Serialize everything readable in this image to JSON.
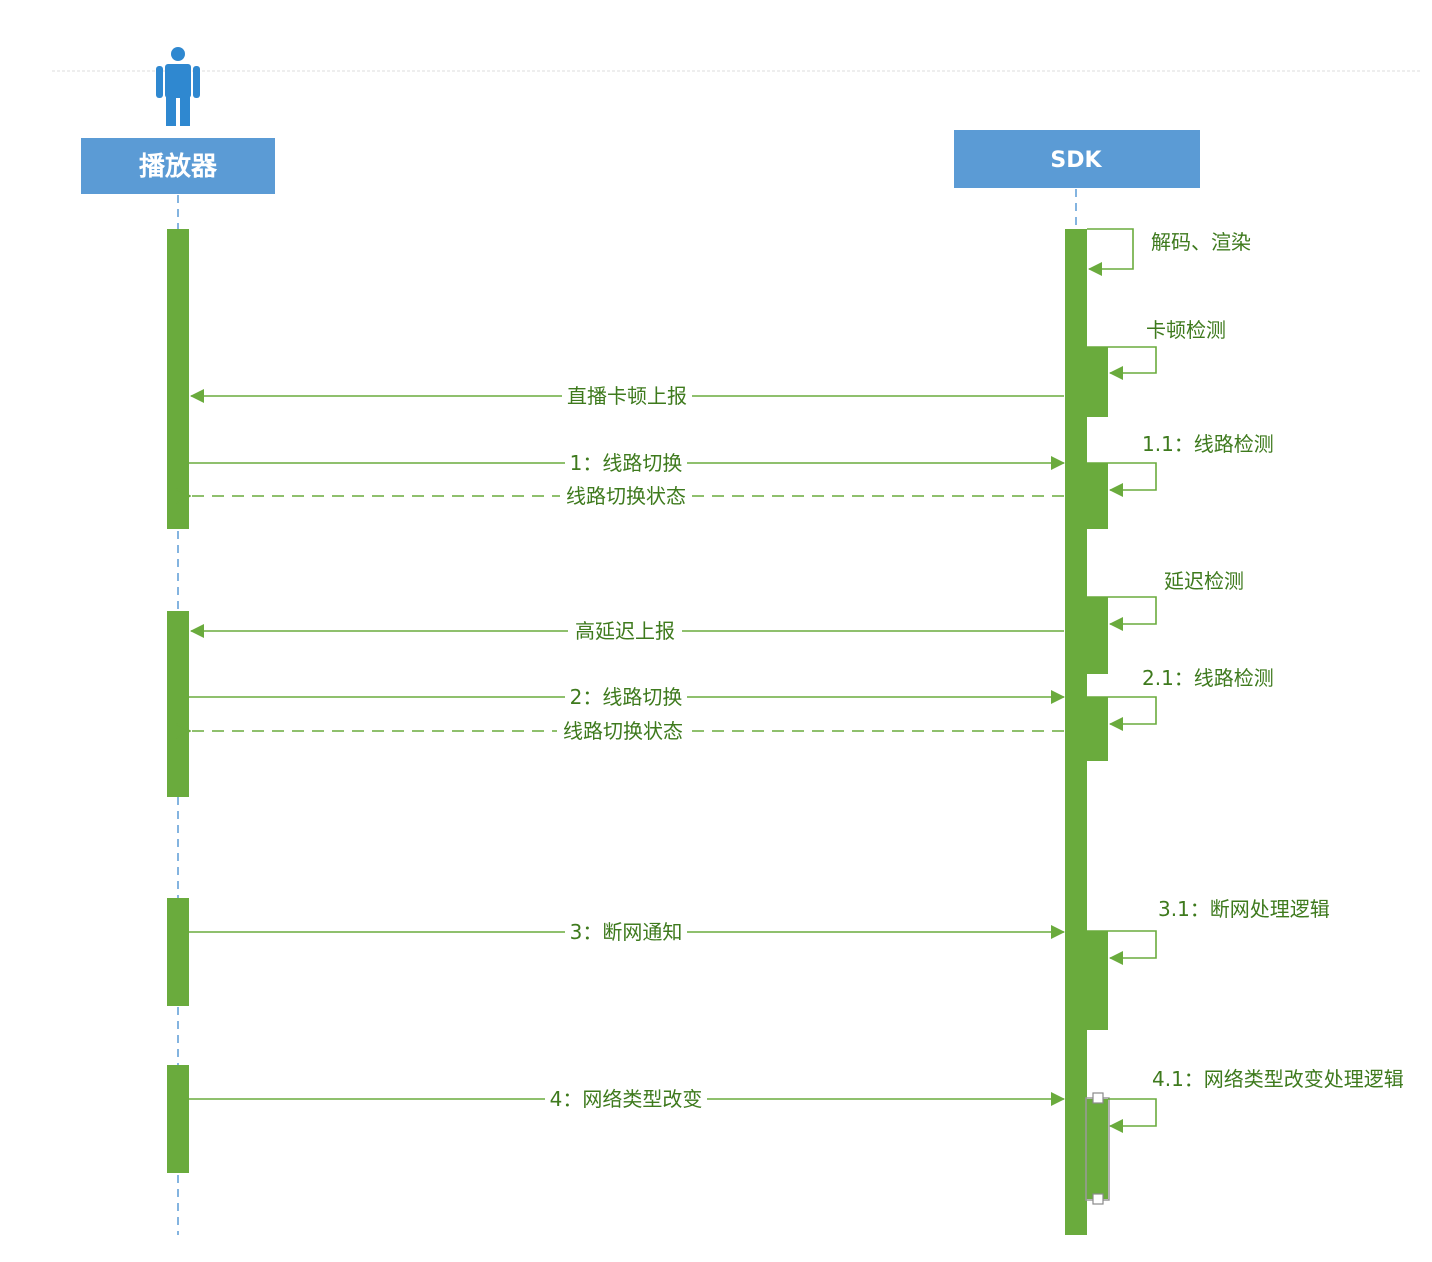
{
  "colors": {
    "participant_fill": "#5b9bd5",
    "actor": "#2f88d0",
    "lifeline": "#5b9bd5",
    "activation": "#6aab3d",
    "message": "#6aab3d",
    "text": "#3e7a1d",
    "separator": "#dddddd"
  },
  "participants": {
    "player": {
      "label": "播放器",
      "icon": "person-icon"
    },
    "sdk": {
      "label": "SDK"
    }
  },
  "messages": [
    {
      "label": "直播卡顿上报",
      "direction": "sdk-to-player",
      "style": "solid"
    },
    {
      "label": "1：线路切换",
      "direction": "player-to-sdk",
      "style": "solid"
    },
    {
      "label": "线路切换状态",
      "direction": "sdk-to-player",
      "style": "dashed"
    },
    {
      "label": "高延迟上报",
      "direction": "sdk-to-player",
      "style": "solid"
    },
    {
      "label": "2：线路切换",
      "direction": "player-to-sdk",
      "style": "solid"
    },
    {
      "label": "线路切换状态",
      "direction": "sdk-to-player",
      "style": "dashed"
    },
    {
      "label": "3：断网通知",
      "direction": "player-to-sdk",
      "style": "solid"
    },
    {
      "label": "4：网络类型改变",
      "direction": "player-to-sdk",
      "style": "solid"
    }
  ],
  "self_messages": [
    {
      "label": "解码、渲染"
    },
    {
      "label": "卡顿检测"
    },
    {
      "label": "1.1：线路检测"
    },
    {
      "label": "延迟检测"
    },
    {
      "label": "2.1：线路检测"
    },
    {
      "label": "3.1：断网处理逻辑"
    },
    {
      "label": "4.1：网络类型改变处理逻辑"
    }
  ]
}
